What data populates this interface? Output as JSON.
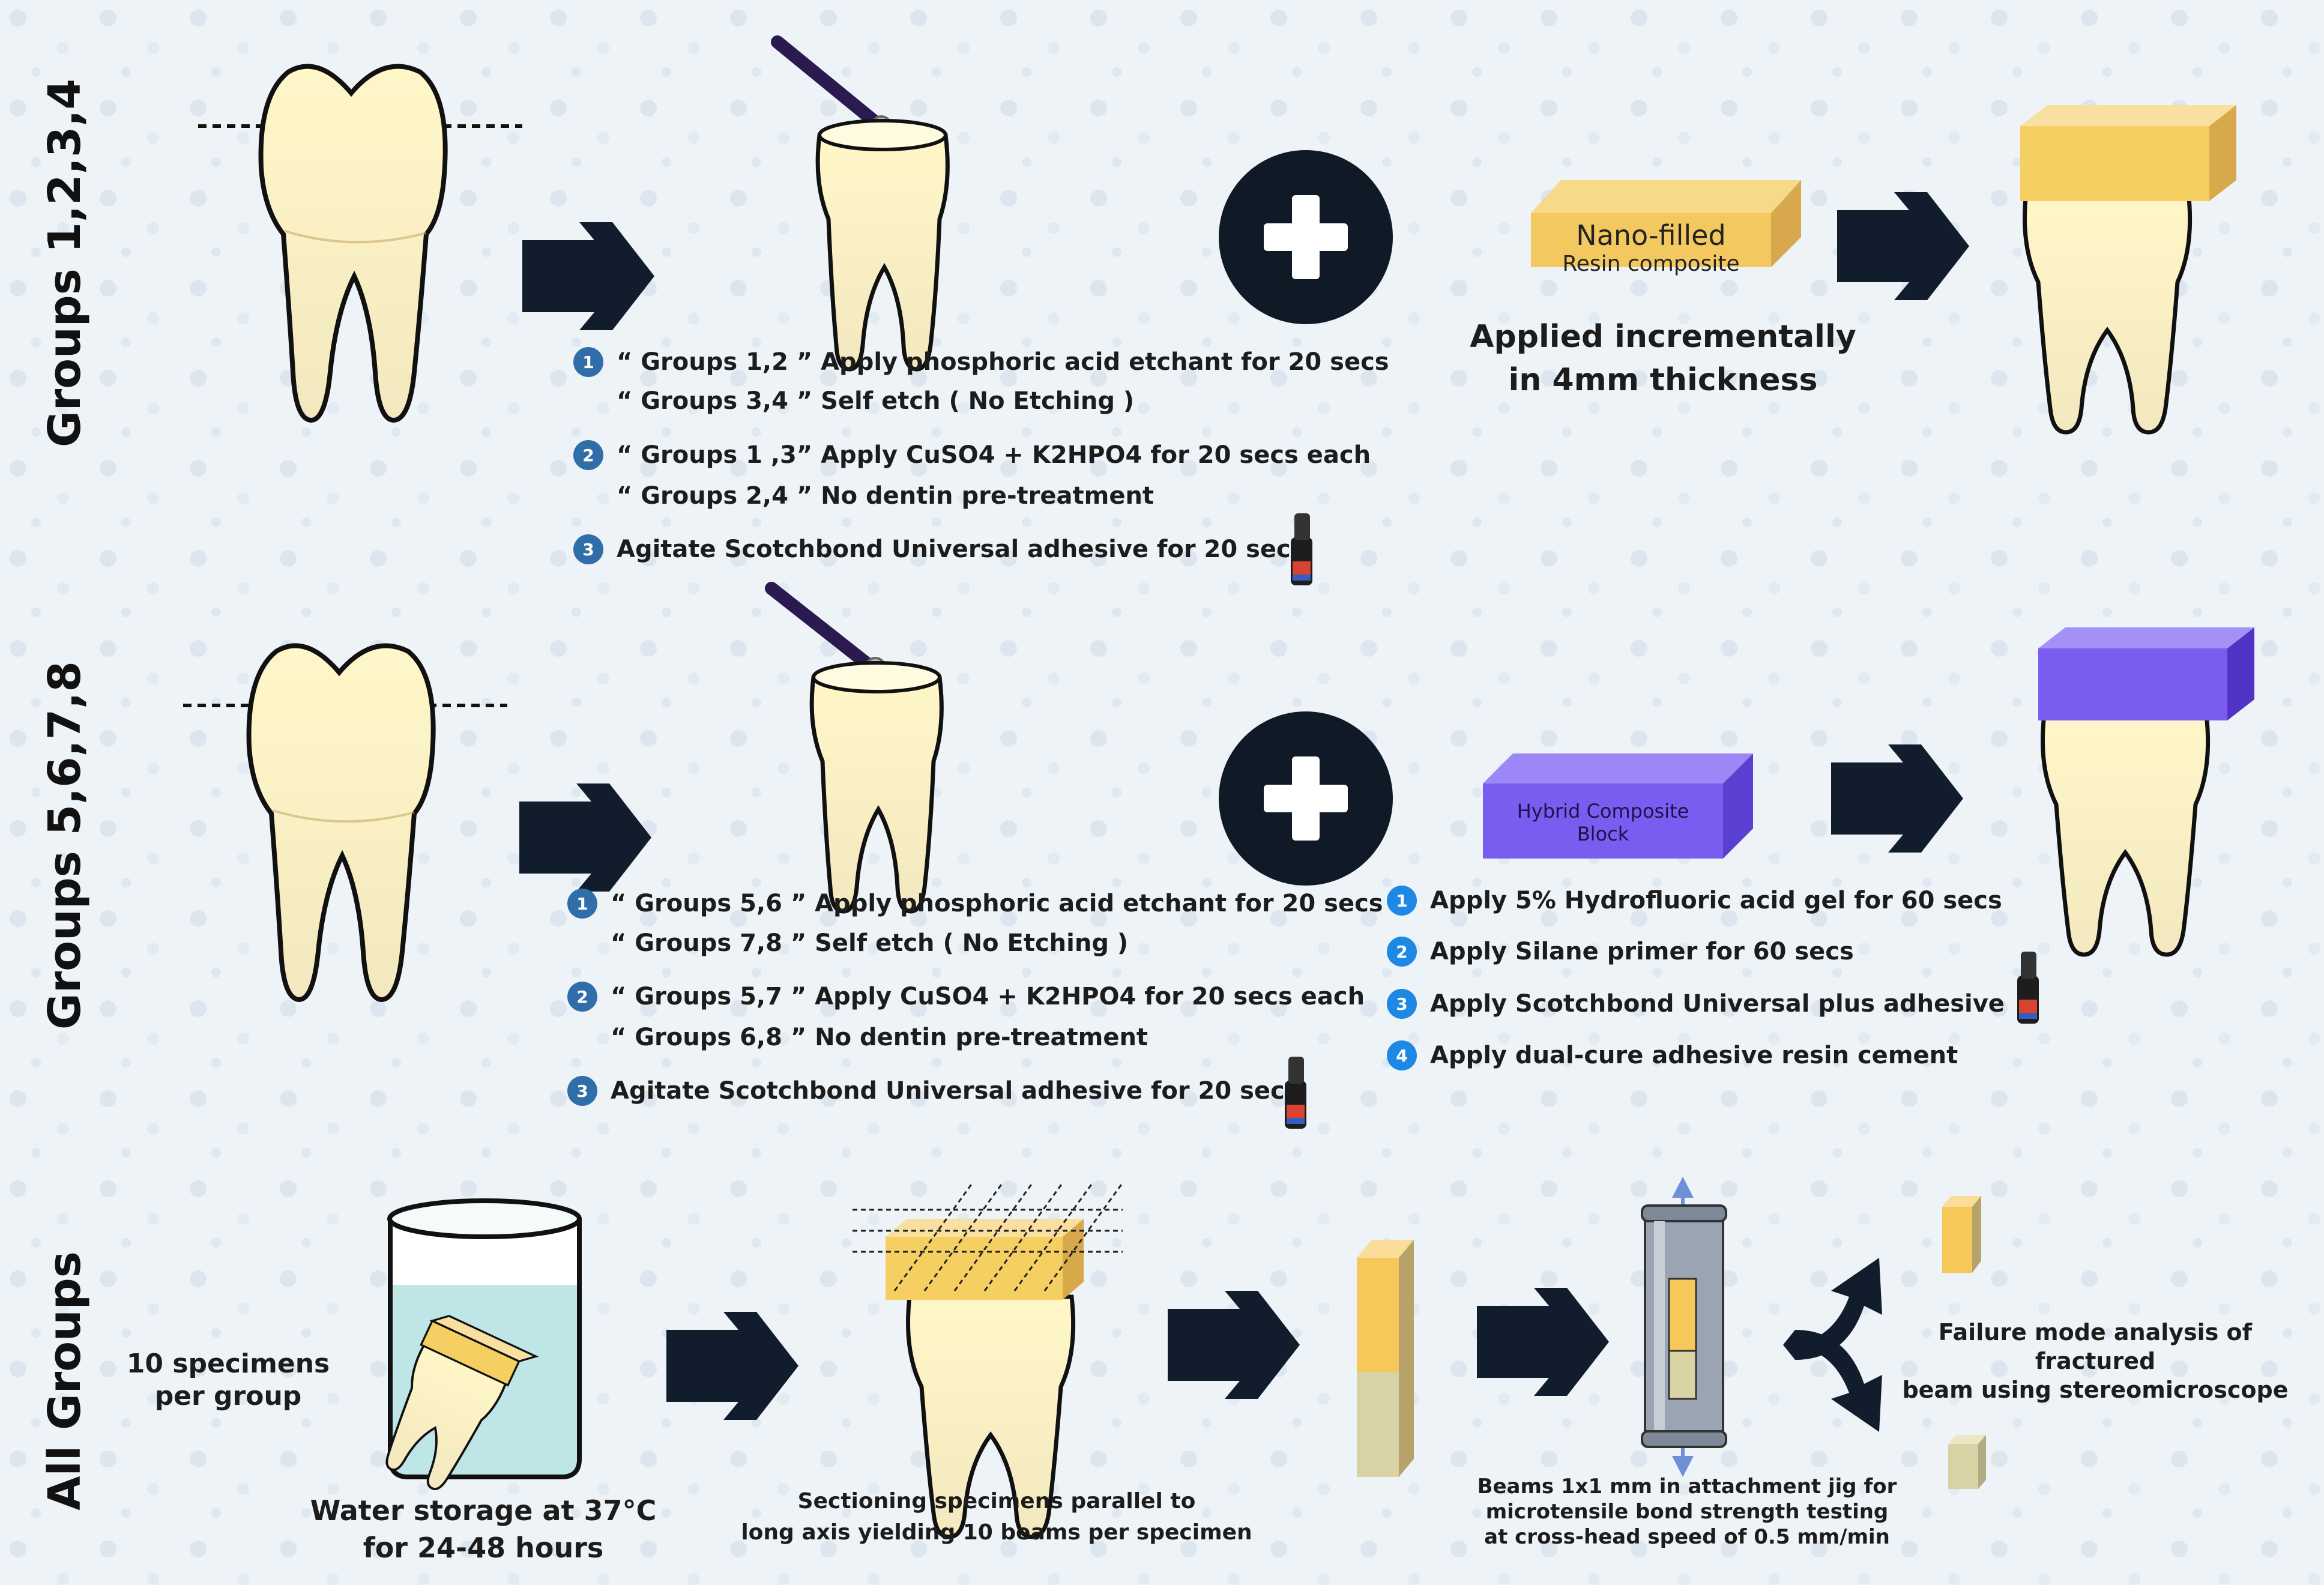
{
  "colors": {
    "arrow": "#111d2c",
    "composite_orange": "#f3c85f",
    "composite_purple": "#7b5cf0",
    "tooth": "#fbf3d6",
    "step_badge": "#2f6ea8",
    "step_badge_bright": "#1e88e5",
    "water": "#bfe6e6"
  },
  "labels": {
    "groups_1234": "Groups 1,2,3,4",
    "groups_5678": "Groups 5,6,7,8",
    "all_groups": "All Groups"
  },
  "row1": {
    "block_line1": "Nano-filled",
    "block_line2": "Resin composite",
    "applied_line1": "Applied incrementally",
    "applied_line2": "in 4mm thickness",
    "steps": [
      {
        "num": "1",
        "text": "“ Groups 1,2 ”  Apply phosphoric acid etchant for 20 secs"
      },
      {
        "num": "",
        "text": "“ Groups 3,4 ” Self etch ( No Etching )"
      },
      {
        "num": "2",
        "text": "“ Groups 1 ,3” Apply CuSO4 + K2HPO4 for 20 secs each"
      },
      {
        "num": "",
        "text": "“ Groups 2,4 ” No dentin pre-treatment"
      },
      {
        "num": "3",
        "text": "Agitate Scotchbond Universal adhesive for 20 secs"
      }
    ]
  },
  "row2": {
    "block_line1": "Hybrid Composite",
    "block_line2": "Block",
    "steps": [
      {
        "num": "1",
        "text": "“ Groups 5,6 ”  Apply phosphoric acid etchant for 20 secs"
      },
      {
        "num": "",
        "text": "“ Groups 7,8 ” Self etch ( No Etching )"
      },
      {
        "num": "2",
        "text": "“ Groups 5,7 ” Apply CuSO4 + K2HPO4 for 20 secs each"
      },
      {
        "num": "",
        "text": "“ Groups 6,8 ” No dentin pre-treatment"
      },
      {
        "num": "3",
        "text": "Agitate Scotchbond Universal adhesive for 20 secs"
      }
    ],
    "block_steps": [
      {
        "num": "1",
        "text": "Apply 5% Hydrofluoric acid gel for 60 secs"
      },
      {
        "num": "2",
        "text": "Apply Silane primer for 60 secs"
      },
      {
        "num": "3",
        "text": "Apply Scotchbond Universal plus adhesive"
      },
      {
        "num": "4",
        "text": "Apply dual-cure adhesive resin cement"
      }
    ]
  },
  "row3": {
    "specimens_line1": "10 specimens",
    "specimens_line2": "per group",
    "water_line1": "Water storage at 37°C",
    "water_line2": "for 24-48 hours",
    "section_line1": "Sectioning specimens parallel to",
    "section_line2": "long axis yielding 10 beams per specimen",
    "jig_line1": "Beams 1x1 mm in attachment jig for",
    "jig_line2": "microtensile bond strength testing",
    "jig_line3": "at cross-head speed of 0.5 mm/min",
    "failure_line1": "Failure mode analysis of fractured",
    "failure_line2": "beam using stereomicroscope"
  }
}
